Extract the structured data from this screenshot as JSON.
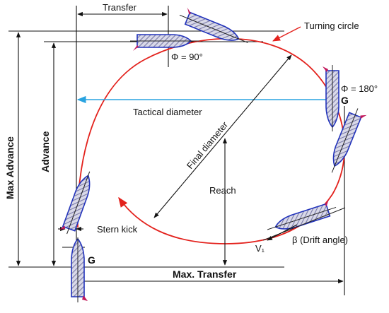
{
  "colors": {
    "turning_circle": "#e3211c",
    "tactical_arrow": "#29a3e0",
    "ship_outline": "#2233bb",
    "ship_hatch": "#7a7aa8",
    "ship_fill": "#d9d9e8",
    "lines": "#111111"
  },
  "labels": {
    "transfer": "Transfer",
    "turning_circle": "Turning circle",
    "phi_90": "Φ = 90°",
    "phi_180": "Φ = 180°",
    "g_top": "G",
    "g_bottom": "G",
    "tactical_diameter": "Tactical diameter",
    "final_diameter": "Final diameter",
    "max_advance": "Max Advance",
    "advance": "Advance",
    "reach": "Reach",
    "stern_kick": "Stern kick",
    "drift_angle": "β (Drift angle)",
    "velocity": "V₁",
    "max_transfer": "Max. Transfer"
  }
}
